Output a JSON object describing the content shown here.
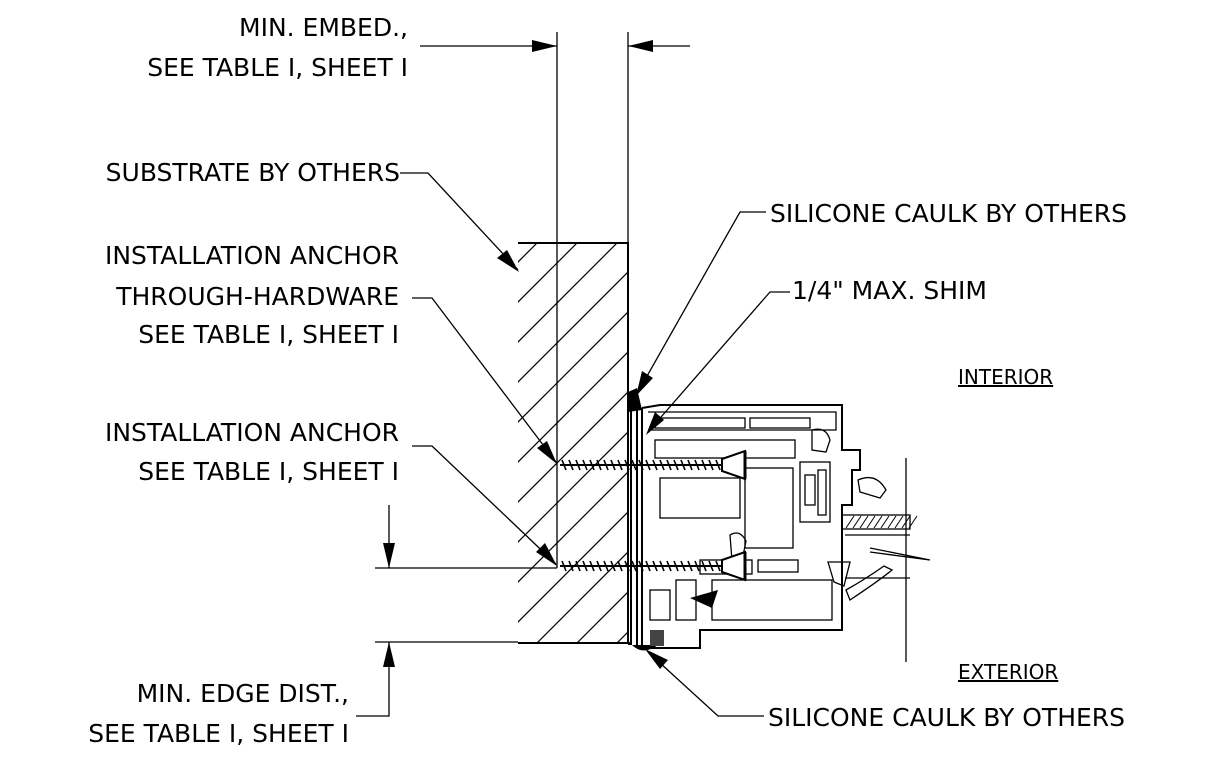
{
  "labels": {
    "min_embed_line1": "MIN. EMBED.,",
    "min_embed_line2": "SEE TABLE I, SHEET I",
    "substrate": "SUBSTRATE BY OTHERS",
    "through_anchor_line1": "INSTALLATION ANCHOR",
    "through_anchor_line2": "THROUGH-HARDWARE",
    "through_anchor_line3": "SEE TABLE I, SHEET I",
    "anchor_line1": "INSTALLATION ANCHOR",
    "anchor_line2": "SEE TABLE I, SHEET I",
    "min_edge_line1": "MIN. EDGE DIST.,",
    "min_edge_line2": "SEE TABLE I, SHEET I",
    "caulk_top": "SILICONE CAULK BY OTHERS",
    "shim": "1/4\" MAX. SHIM",
    "interior": "INTERIOR",
    "exterior": "EXTERIOR",
    "caulk_bottom": "SILICONE CAULK BY OTHERS"
  }
}
